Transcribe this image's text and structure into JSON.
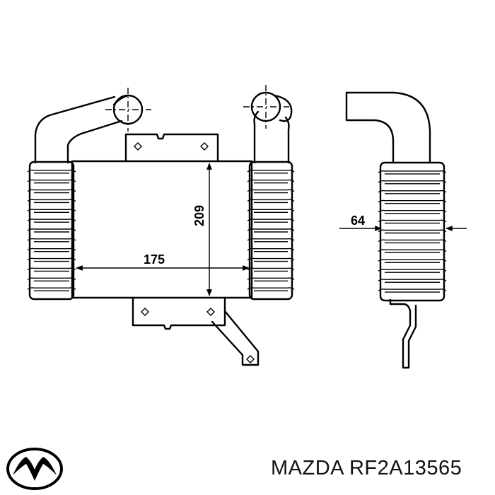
{
  "dimensions": {
    "width": "175",
    "height": "209",
    "depth": "64"
  },
  "caption": {
    "brand": "MAZDA",
    "part_number": "RF2A13565"
  },
  "logo": {
    "icon": "mazda-logo-icon"
  }
}
